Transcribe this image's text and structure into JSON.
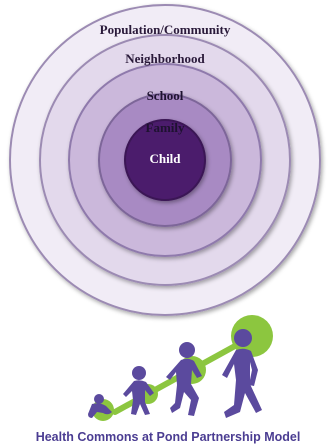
{
  "rings": [
    {
      "label": "Population/Community",
      "fill": "#f1ecf6"
    },
    {
      "label": "Neighborhood",
      "fill": "#e3d9ec"
    },
    {
      "label": "School",
      "fill": "#cbb8db"
    },
    {
      "label": "Family",
      "fill": "#a88ac3"
    },
    {
      "label": "Child",
      "fill": "#4b1c6c"
    }
  ],
  "logo": {
    "caption": "Health Commons at Pond Partnership Model",
    "figure_color": "#5b4a9e",
    "accent_color": "#8cc63f"
  }
}
